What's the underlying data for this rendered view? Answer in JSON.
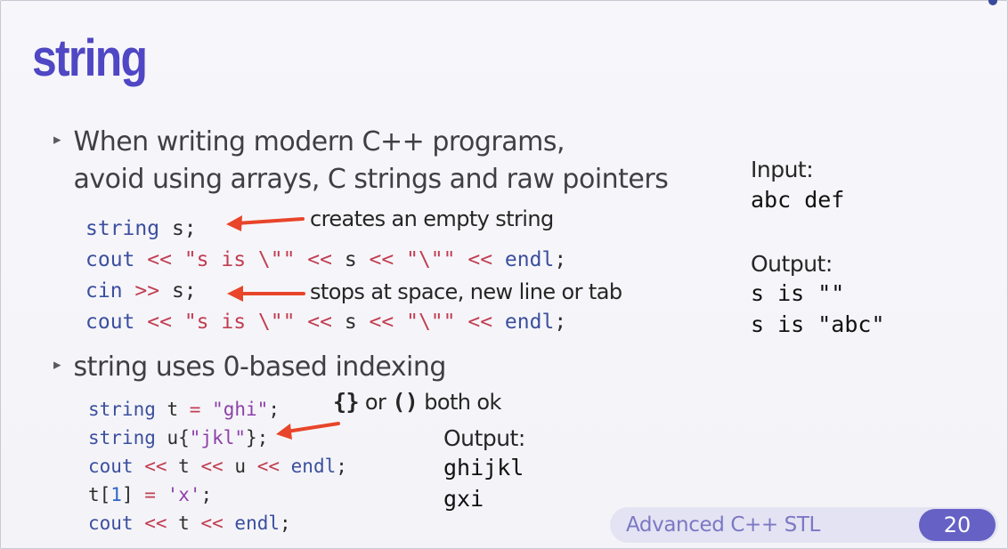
{
  "slide": {
    "title": "string",
    "bullets": [
      "When writing modern C++ programs,",
      "avoid using arrays,  C strings and raw pointers",
      "string uses 0-based indexing"
    ],
    "code_block_1": [
      "string s;",
      "cout << \"s is \\\"\" << s << \"\\\"\" << endl;",
      "cin >> s;",
      "cout << \"s is \\\"\" << s << \"\\\"\" << endl;"
    ],
    "annotations": {
      "empty_string": "creates an empty string",
      "stops_at": "stops at space, new line or tab",
      "braces_prefix": "{}",
      "braces_or": " or ",
      "parens": "()",
      "both_ok": " both ok"
    },
    "io_1": {
      "input_label": "Input:",
      "input_value": "abc def",
      "output_label": "Output:",
      "output_lines": [
        "s is \"\"",
        "s is \"abc\""
      ]
    },
    "code_block_2": [
      "string t = \"ghi\";",
      "string u{\"jkl\"};",
      "cout << t << u << endl;",
      "t[1] = 'x';",
      "cout << t << endl;"
    ],
    "io_2": {
      "output_label": "Output:",
      "output_lines": [
        "ghijkl",
        "gxi"
      ]
    }
  },
  "footer": {
    "course": "Advanced C++ STL",
    "page": "20"
  },
  "colors": {
    "title": "#4f47c4",
    "keyword": "#3b4f9e",
    "operator": "#c23d52",
    "string": "#8d3fa8",
    "arrow": "#e8452a",
    "footer_pill": "#e4e3f3",
    "page_badge": "#6661c4"
  },
  "icons": {
    "bullet": "triangle-right-icon",
    "arrow": "arrow-left-icon"
  }
}
